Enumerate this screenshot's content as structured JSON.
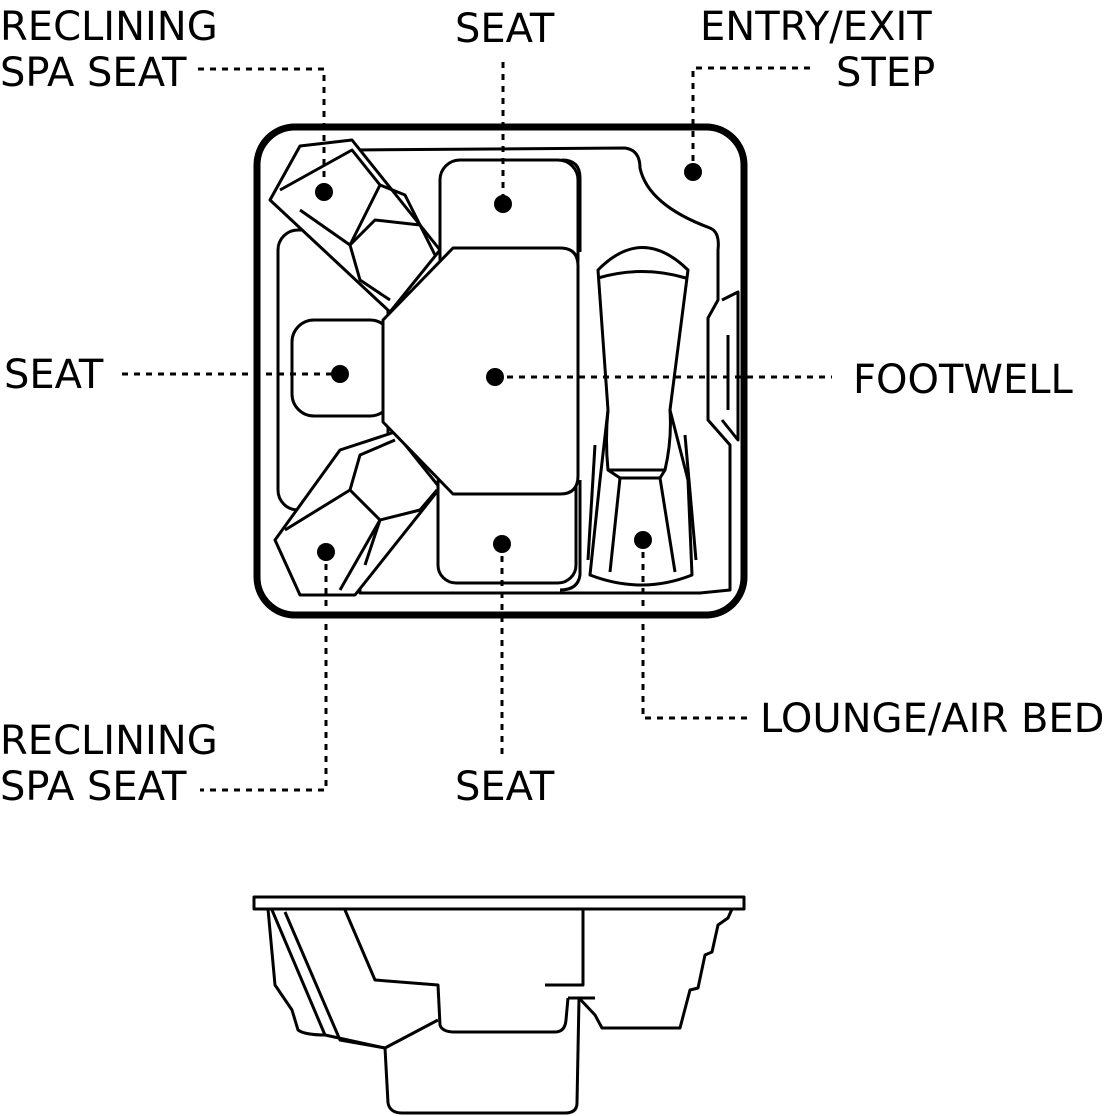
{
  "labels": {
    "reclining_top_line1": "RECLINING",
    "reclining_top_line2": "SPA SEAT",
    "seat_top": "SEAT",
    "entry_line1": "ENTRY/EXIT",
    "entry_line2": "STEP",
    "seat_left": "SEAT",
    "footwell": "FOOTWELL",
    "reclining_bottom_line1": "RECLINING",
    "reclining_bottom_line2": "SPA SEAT",
    "seat_bottom": "SEAT",
    "lounge": "LOUNGE/AIR BED"
  }
}
